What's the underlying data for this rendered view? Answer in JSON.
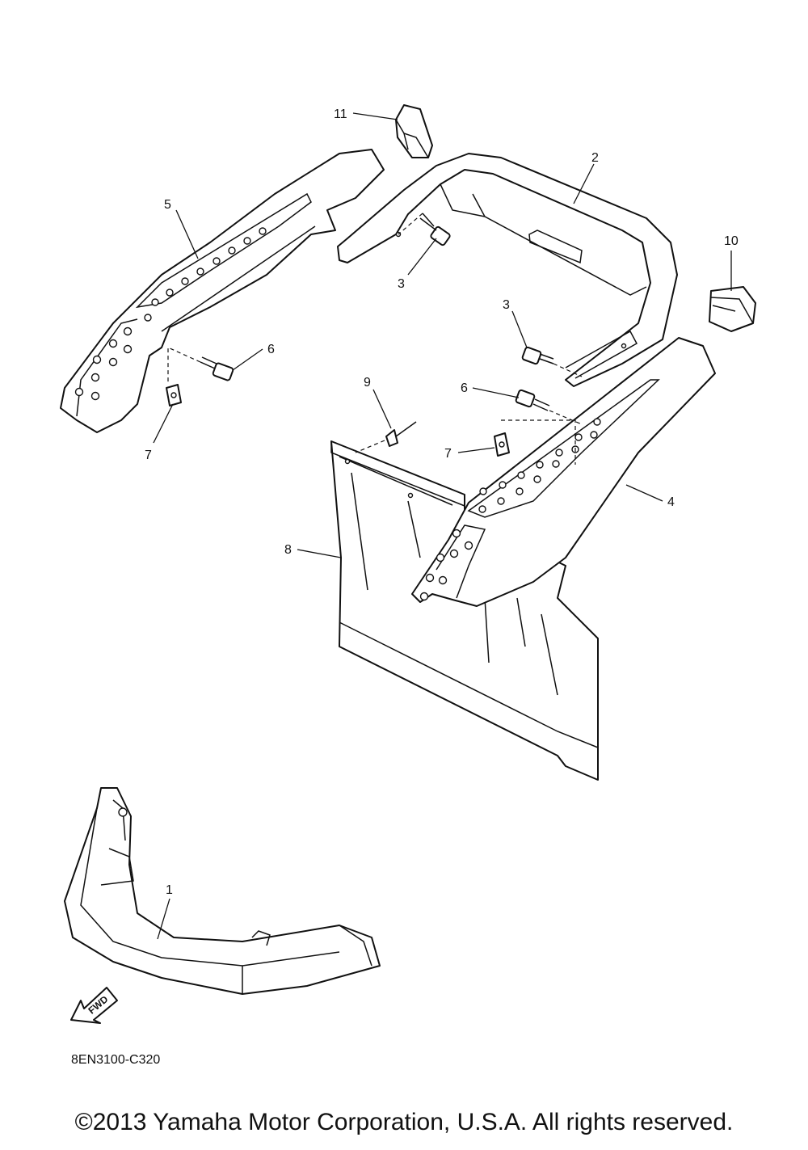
{
  "diagram": {
    "callouts": [
      "11",
      "2",
      "5",
      "10",
      "3",
      "3",
      "6",
      "6",
      "9",
      "7",
      "7",
      "4",
      "8",
      "1"
    ],
    "fwd_label": "FWD",
    "diagram_code": "8EN3100-C320"
  },
  "footer": {
    "copyright": "©2013 Yamaha Motor Corporation, U.S.A. All rights reserved."
  }
}
